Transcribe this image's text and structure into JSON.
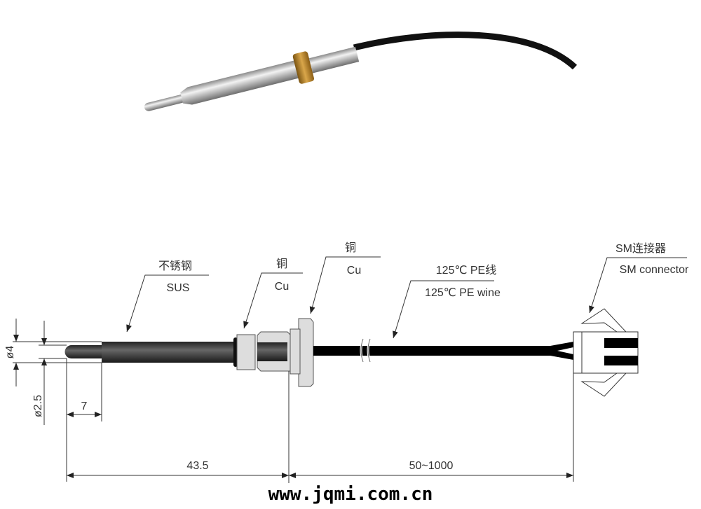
{
  "labels": {
    "sus_cn": "不锈钢",
    "sus_en": "SUS",
    "cu1_cn": "铜",
    "cu1_en": "Cu",
    "cu2_cn": "铜",
    "cu2_en": "Cu",
    "wire_cn": "125℃ PE线",
    "wire_en": "125℃ PE wine",
    "connector_cn": "SM连接器",
    "connector_en": "SM connector"
  },
  "dimensions": {
    "outer_diameter": "ø4",
    "tip_diameter": "ø2.5",
    "tip_length": "7",
    "probe_length": "43.5",
    "cable_length": "50~1000"
  },
  "watermark": "www.jqmi.com.cn",
  "colors": {
    "metal": "#c8c8c8",
    "brass": "#b8862b",
    "cable": "#000000",
    "drawing_line": "#333333"
  }
}
